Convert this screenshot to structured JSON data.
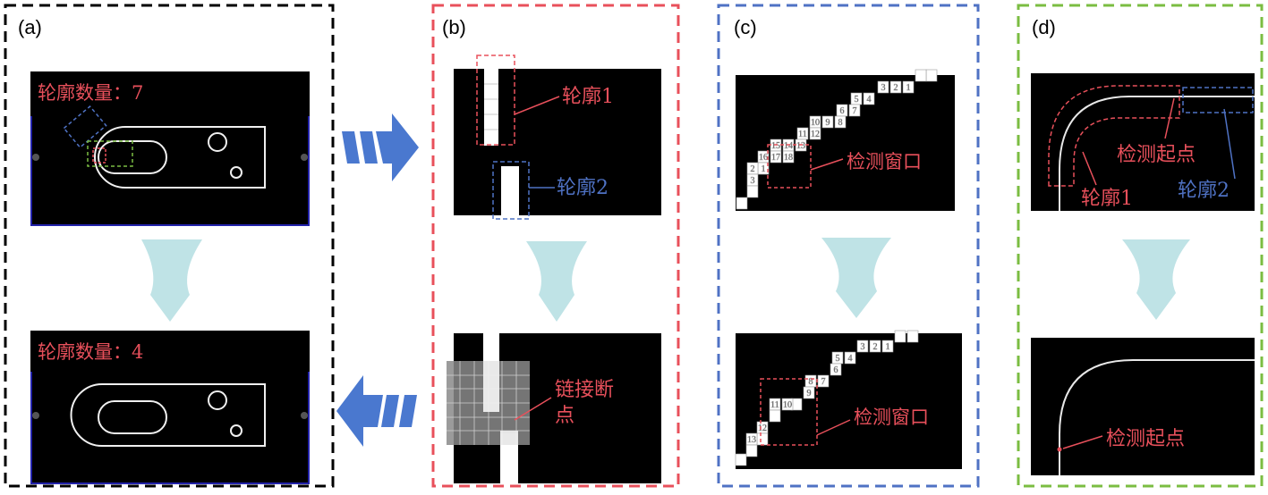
{
  "panels": [
    {
      "id": "a",
      "label": "(a)",
      "border_color": "#000000"
    },
    {
      "id": "b",
      "label": "(b)",
      "border_color": "#e8505b"
    },
    {
      "id": "c",
      "label": "(c)",
      "border_color": "#4f72c4"
    },
    {
      "id": "d",
      "label": "(d)",
      "border_color": "#7bbd42"
    }
  ],
  "panel_a": {
    "count_top": "轮廓数量：7",
    "count_bottom": "轮廓数量：4"
  },
  "panel_b": {
    "contour1": "轮廓1",
    "contour2": "轮廓2",
    "link_line1": "链接断",
    "link_line2": "点"
  },
  "panel_c": {
    "window_top": "检测窗口",
    "window_bottom": "检测窗口",
    "top_numbers": [
      "1",
      "2",
      "3",
      "4",
      "5",
      "7",
      "6",
      "8",
      "9",
      "10",
      "12",
      "11",
      "13",
      "14",
      "15",
      "18",
      "17",
      "16",
      "1",
      "2",
      "3"
    ],
    "bottom_numbers": [
      "1",
      "2",
      "3",
      "4",
      "5",
      "6",
      "7",
      "8",
      "9",
      "10",
      "11",
      "12",
      "13"
    ]
  },
  "panel_d": {
    "start_top": "检测起点",
    "contour1": "轮廓1",
    "contour2": "轮廓2",
    "start_bottom": "检测起点"
  },
  "colors": {
    "red": "#e8505b",
    "blue": "#4f72c4",
    "green": "#7bbd42",
    "arrow_light": "#bfe3e6",
    "arrow_blue": "#4a78cf"
  }
}
